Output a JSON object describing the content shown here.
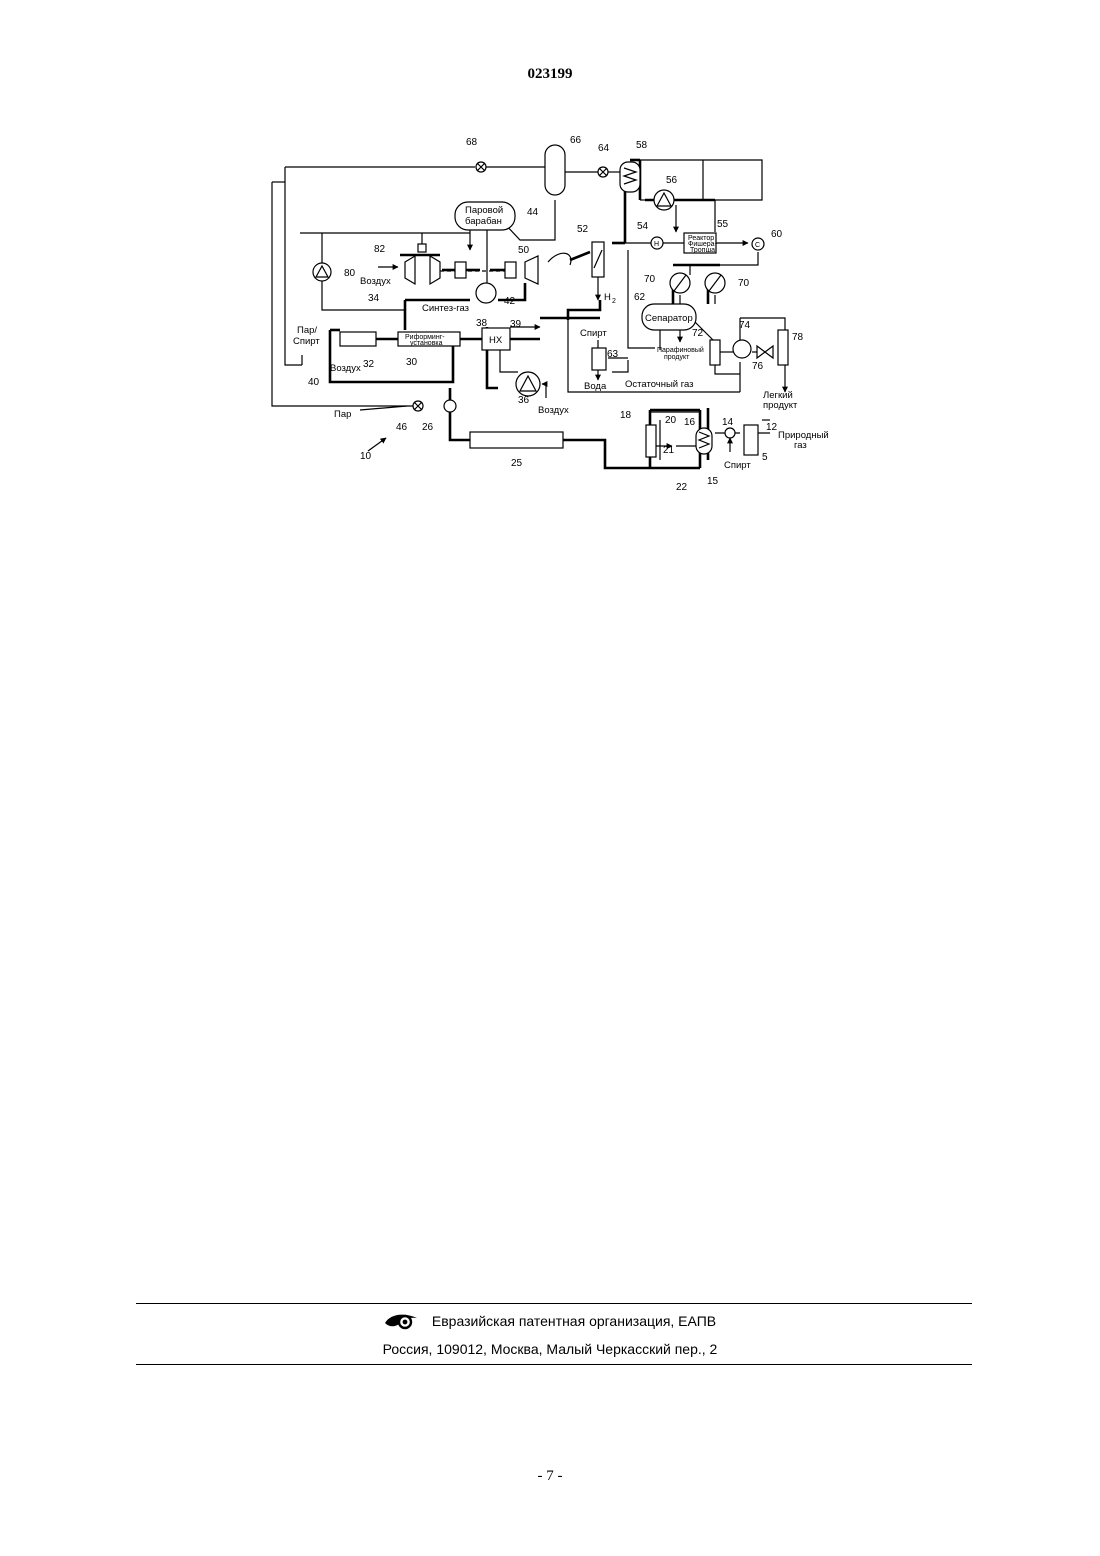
{
  "header": {
    "doc_number": "023199"
  },
  "figure": {
    "ref_numbers": [
      "68",
      "66",
      "64",
      "58",
      "56",
      "55",
      "54",
      "60",
      "44",
      "52",
      "50",
      "82",
      "80",
      "42",
      "34",
      "38",
      "39",
      "32",
      "30",
      "70",
      "70",
      "62",
      "72",
      "74",
      "78",
      "76",
      "63",
      "36",
      "40",
      "46",
      "26",
      "10",
      "25",
      "18",
      "20",
      "16",
      "21",
      "22",
      "15",
      "14",
      "12",
      "5"
    ],
    "labels": {
      "steam_drum": [
        "Паровой",
        "барабан"
      ],
      "air_turbine": "Воздух",
      "syngas": "Синтез-газ",
      "h2": "H",
      "h2_sub": "2",
      "reformer": [
        "Риформинг-",
        "установка"
      ],
      "hx": "НХ",
      "steam_alcohol": [
        "Пар/",
        "Спирт"
      ],
      "air_reformer": "Воздух",
      "steam": "Пар",
      "air_compressor": "Воздух",
      "ft_reactor": [
        "Реактор",
        "Фишера-",
        "Тропша"
      ],
      "separator": "Сепаратор",
      "paraffin_product": [
        "Парафиновый",
        "продукт"
      ],
      "alcohol_top": "Спирт",
      "water": "Вода",
      "residual_gas": "Остаточный газ",
      "light_product": [
        "Легкий",
        "продукт"
      ],
      "natural_gas": [
        "Природный",
        "газ"
      ],
      "alcohol_bottom": "Спирт",
      "compressor_c": "C",
      "heater_h": "H"
    }
  },
  "footer": {
    "org": "Евразийская патентная организация, ЕАПВ",
    "address": "Россия, 109012, Москва, Малый Черкасский пер., 2"
  },
  "page": {
    "number": "- 7 -"
  }
}
